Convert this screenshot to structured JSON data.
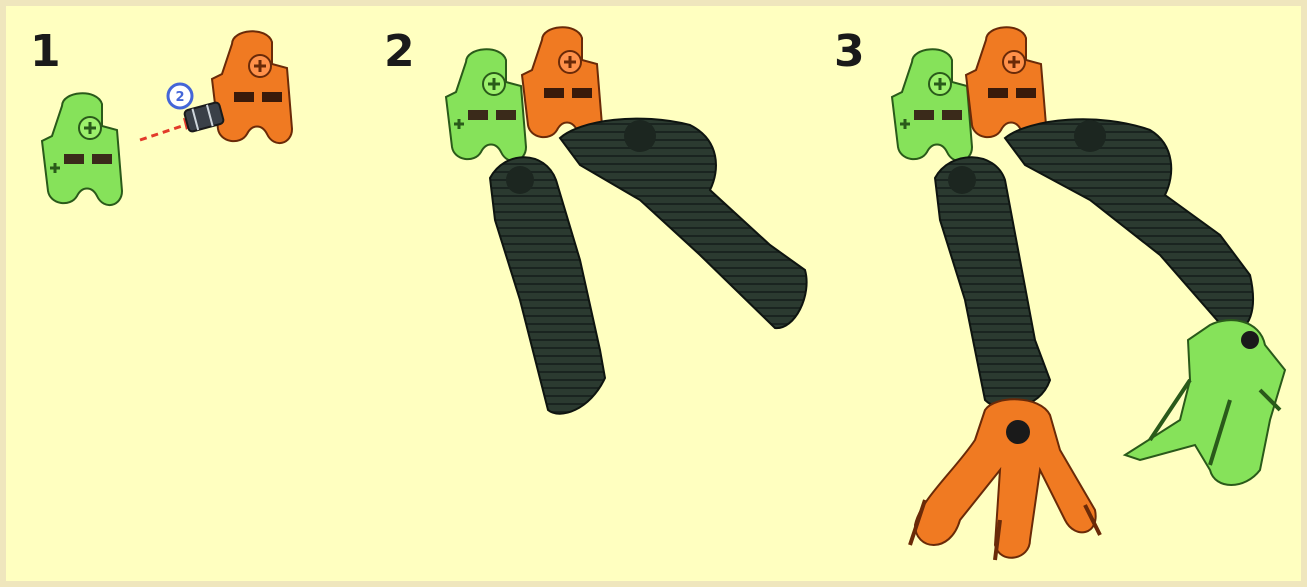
{
  "instruction_page": {
    "steps": [
      {
        "number": "1",
        "callout_quantity": "2"
      },
      {
        "number": "2"
      },
      {
        "number": "3"
      }
    ]
  },
  "colors": {
    "background": "#ffffc0",
    "green_part": "#86e25a",
    "orange_part": "#f07a22",
    "dark_part": "#2b3a30",
    "arrow": "#e23a2a",
    "callout_ring": "#4466d8"
  }
}
